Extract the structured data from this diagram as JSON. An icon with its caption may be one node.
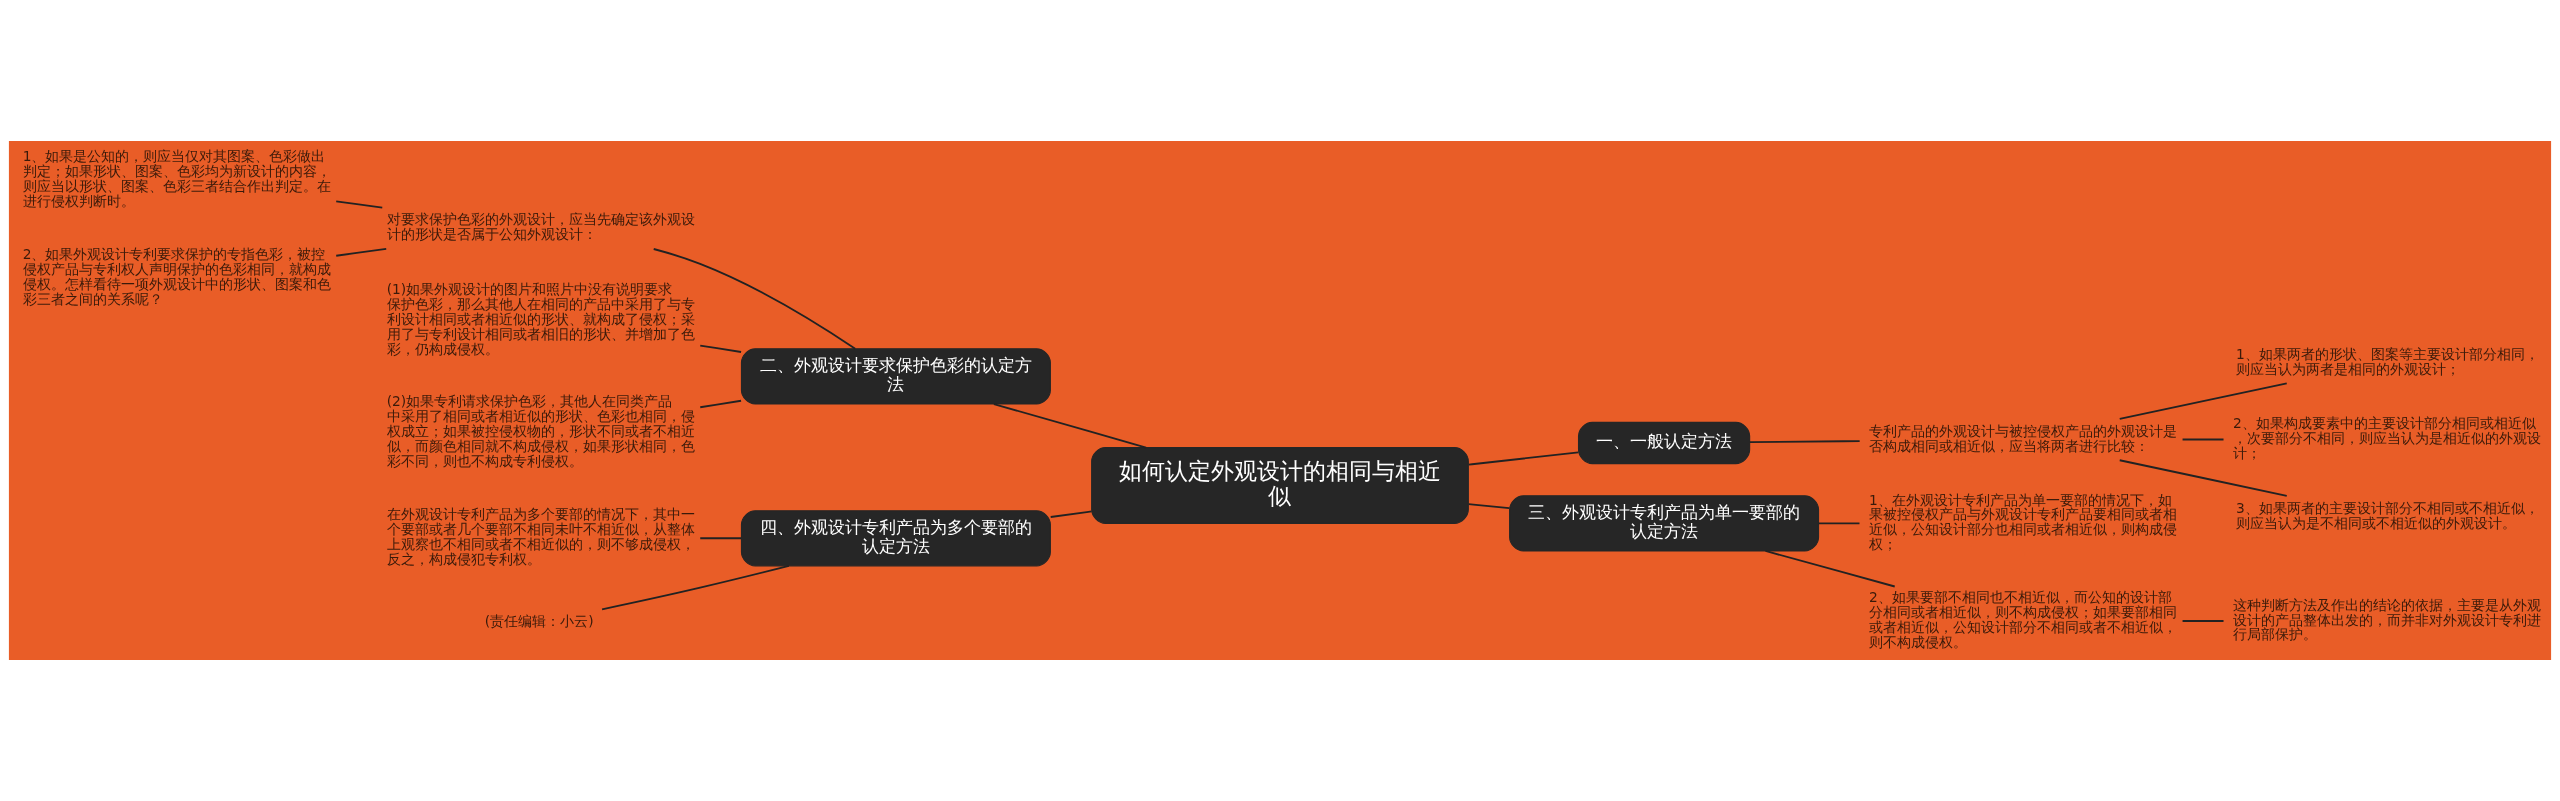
{
  "diagram": {
    "nodes": [
      {
        "text": [
          "如何认定外观设计的相同与相近似"
        ]
      },
      {
        "text": [
          "一、一般认定方法"
        ]
      },
      {
        "text": [
          "专利产品的外观设计与被控侵权产品的外观设计是否构成相同或相近似，应当将两者进行比较："
        ]
      },
      {
        "text": [
          "1、如果两者的形状、图案等主要设计部分相同，则应当认为两者是相同的外观设计；"
        ]
      },
      {
        "text": [
          "2、如果构成要素中的主要设计部分相同或相近似，次要部分不相同，则应当认为是相近似的外观设计；"
        ]
      },
      {
        "text": [
          "3、如果两者的主要设计部分不相同或不相近似，则应当认为是不相同或不相近似的外观设计。"
        ]
      },
      {
        "text": [
          "二、外观设计要求保护色彩的认定方法"
        ]
      },
      {
        "text": [
          "对要求保护色彩的外观设计，应当先确定该外观设计的形状是否属于公知外观设计："
        ]
      },
      {
        "text": [
          "1、如果是公知的，则应当仅对其图案、色彩做出判定；如果形状、图案、色彩均为新设计的内容，则应当以形状、图案、色彩三者结合作出判定。在进行侵权判断时。"
        ]
      },
      {
        "text": [
          "2、如果外观设计专利要求保护的专指色彩，被控侵权产品与专利权人声明保护的色彩相同，就构成侵权。怎样看待一项外观设计中的形状、图案和色彩三者之间的关系呢？"
        ]
      },
      {
        "text": [
          "(1)如果外观设计的图片和照片中没有说明要求保护色彩，那么其他人在相同的产品中采用了与专利设计相同或者相近似的形状、就构成了侵权；采用了与专利设计相同或者相旧的形状、并增加了色彩，仍构成侵权。"
        ]
      },
      {
        "text": [
          "(2)如果专利请求保护色彩，其他人在同类产品中采用了相同或者相近似的形状、色彩也相同，侵权成立；如果被控侵权物的，形状不同或者不相近似，而颜色相同就不构成侵权，如果形状相同，色彩不同，则也不构成专利侵权。"
        ]
      },
      {
        "text": [
          "三、外观设计专利产品为单一要部的认定方法"
        ]
      },
      {
        "text": [
          "1、在外观设计专利产品为单一要部的情况下，如果被控侵权产品与外观设计专利产品要相同或者相近似，公知设计部分也相同或者相近似，则构成侵权；"
        ]
      },
      {
        "text": [
          "2、如果要部不相同也不相近似，而公知的设计部分相同或者相近似，则不构成侵权；如果要部相同或者相近似，公知设计部分不相同或者不相近似，则不构成侵权。"
        ]
      },
      {
        "text": [
          "这种判断方法及作出的结论的依据，主要是从外观设计的产品整体出发的，而并非对外观设计专利进行局部保护。"
        ]
      },
      {
        "text": [
          "四、外观设计专利产品为多个要部的认定方法"
        ]
      },
      {
        "text": [
          "在外观设计专利产品为多个要部的情况下，其中一个要部或者几个要部不相同未叶不相近似，从整体上观察也不相同或者不相近似的，则不够成侵权，反之，构成侵犯专利权。"
        ]
      },
      {
        "text": [
          "(责任编辑：小云)"
        ]
      }
    ],
    "edges": [
      {
        "from": 0,
        "to": 1,
        "arrow": "none"
      },
      {
        "from": 1,
        "to": 2,
        "arrow": "none"
      },
      {
        "from": 2,
        "to": 3,
        "arrow": "none"
      },
      {
        "from": 2,
        "to": 4,
        "arrow": "none"
      },
      {
        "from": 2,
        "to": 5,
        "arrow": "none"
      },
      {
        "from": 0,
        "to": 6,
        "arrow": "none"
      },
      {
        "from": 6,
        "to": 7,
        "arrow": "none"
      },
      {
        "from": 7,
        "to": 8,
        "arrow": "none"
      },
      {
        "from": 7,
        "to": 9,
        "arrow": "none"
      },
      {
        "from": 6,
        "to": 10,
        "arrow": "none"
      },
      {
        "from": 6,
        "to": 11,
        "arrow": "none"
      },
      {
        "from": 0,
        "to": 12,
        "arrow": "none"
      },
      {
        "from": 12,
        "to": 13,
        "arrow": "none"
      },
      {
        "from": 12,
        "to": 14,
        "arrow": "none"
      },
      {
        "from": 14,
        "to": 15,
        "arrow": "none"
      },
      {
        "from": 0,
        "to": 16,
        "arrow": "none"
      },
      {
        "from": 16,
        "to": 17,
        "arrow": "none"
      },
      {
        "from": 16,
        "to": 18,
        "arrow": "none"
      }
    ]
  }
}
